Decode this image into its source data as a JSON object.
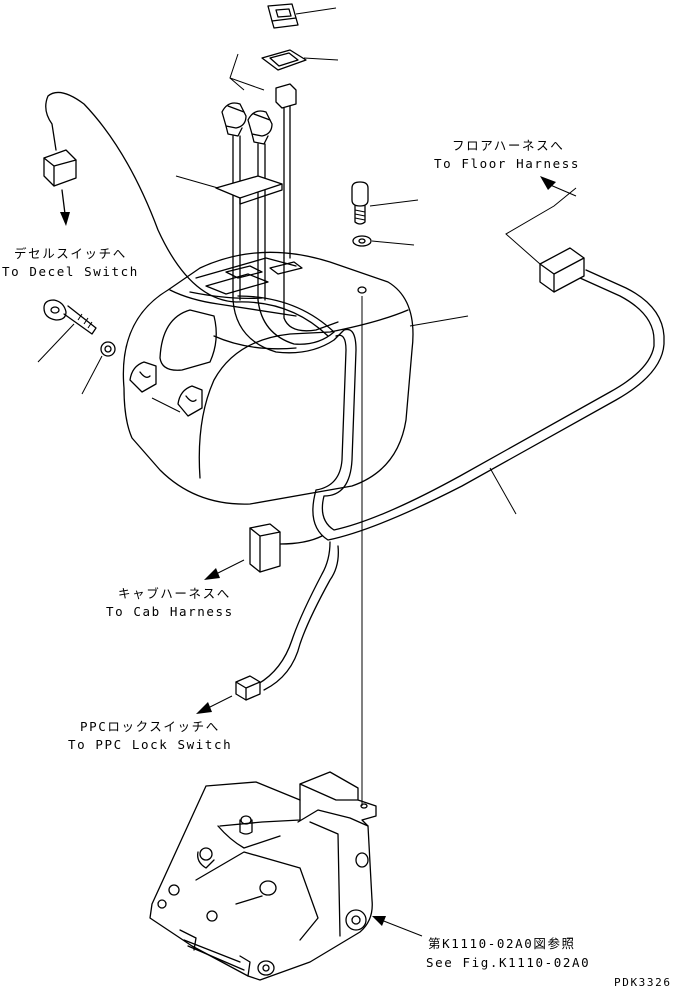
{
  "labels": {
    "floor_jp": "フロアハーネスへ",
    "floor_en": "To Floor Harness",
    "decel_jp": "デセルスイッチへ",
    "decel_en": "To Decel Switch",
    "cab_jp": "キャブハーネスへ",
    "cab_en": "To Cab Harness",
    "ppc_jp": "PPCロックスイッチへ",
    "ppc_en": "To PPC Lock Switch",
    "see_jp": "第K1110-02A0図参照",
    "see_en": "See Fig.K1110-02A0",
    "drawing_no": "PDK3326"
  }
}
